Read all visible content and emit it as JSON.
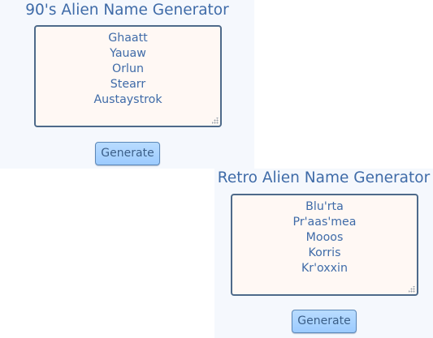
{
  "generators": [
    {
      "title": "90's Alien Name Generator",
      "names": [
        "Ghaatt",
        "Yauaw",
        "Orlun",
        "Stearr",
        "Austaystrok"
      ],
      "button_label": "Generate"
    },
    {
      "title": "Retro Alien Name Generator",
      "names": [
        "Blu'rta",
        "Pr'aas'mea",
        "Mooos",
        "Korris",
        "Kr'oxxin"
      ],
      "button_label": "Generate"
    }
  ],
  "colors": {
    "title_text": "#3f6ba8",
    "panel_background": "#f5f8fd",
    "box_background": "#fff8f4",
    "box_border": "#4e6a8a",
    "button_fill": "#a9d3ff"
  }
}
